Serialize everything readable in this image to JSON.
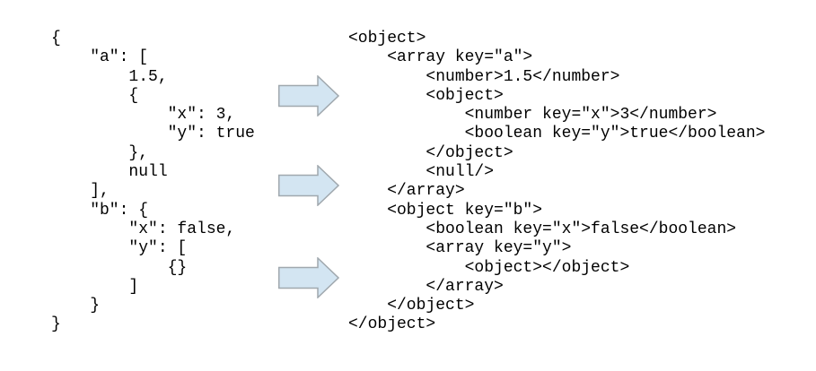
{
  "colors": {
    "background": "#ffffff",
    "text": "#000000",
    "arrow_fill": "#d3e5f2",
    "arrow_stroke": "#a0a8ae"
  },
  "json_panel": {
    "lines": [
      "{",
      "    \"a\": [",
      "        1.5,",
      "        {",
      "            \"x\": 3,",
      "            \"y\": true",
      "        },",
      "        null",
      "    ],",
      "    \"b\": {",
      "        \"x\": false,",
      "        \"y\": [",
      "            {}",
      "        ]",
      "    }",
      "}"
    ]
  },
  "xml_panel": {
    "lines": [
      "<object>",
      "    <array key=\"a\">",
      "        <number>1.5</number>",
      "        <object>",
      "            <number key=\"x\">3</number>",
      "            <boolean key=\"y\">true</boolean>",
      "        </object>",
      "        <null/>",
      "    </array>",
      "    <object key=\"b\">",
      "        <boolean key=\"x\">false</boolean>",
      "        <array key=\"y\">",
      "            <object></object>",
      "        </array>",
      "    </object>",
      "</object>"
    ]
  },
  "arrows": {
    "count": 3,
    "direction": "right"
  }
}
